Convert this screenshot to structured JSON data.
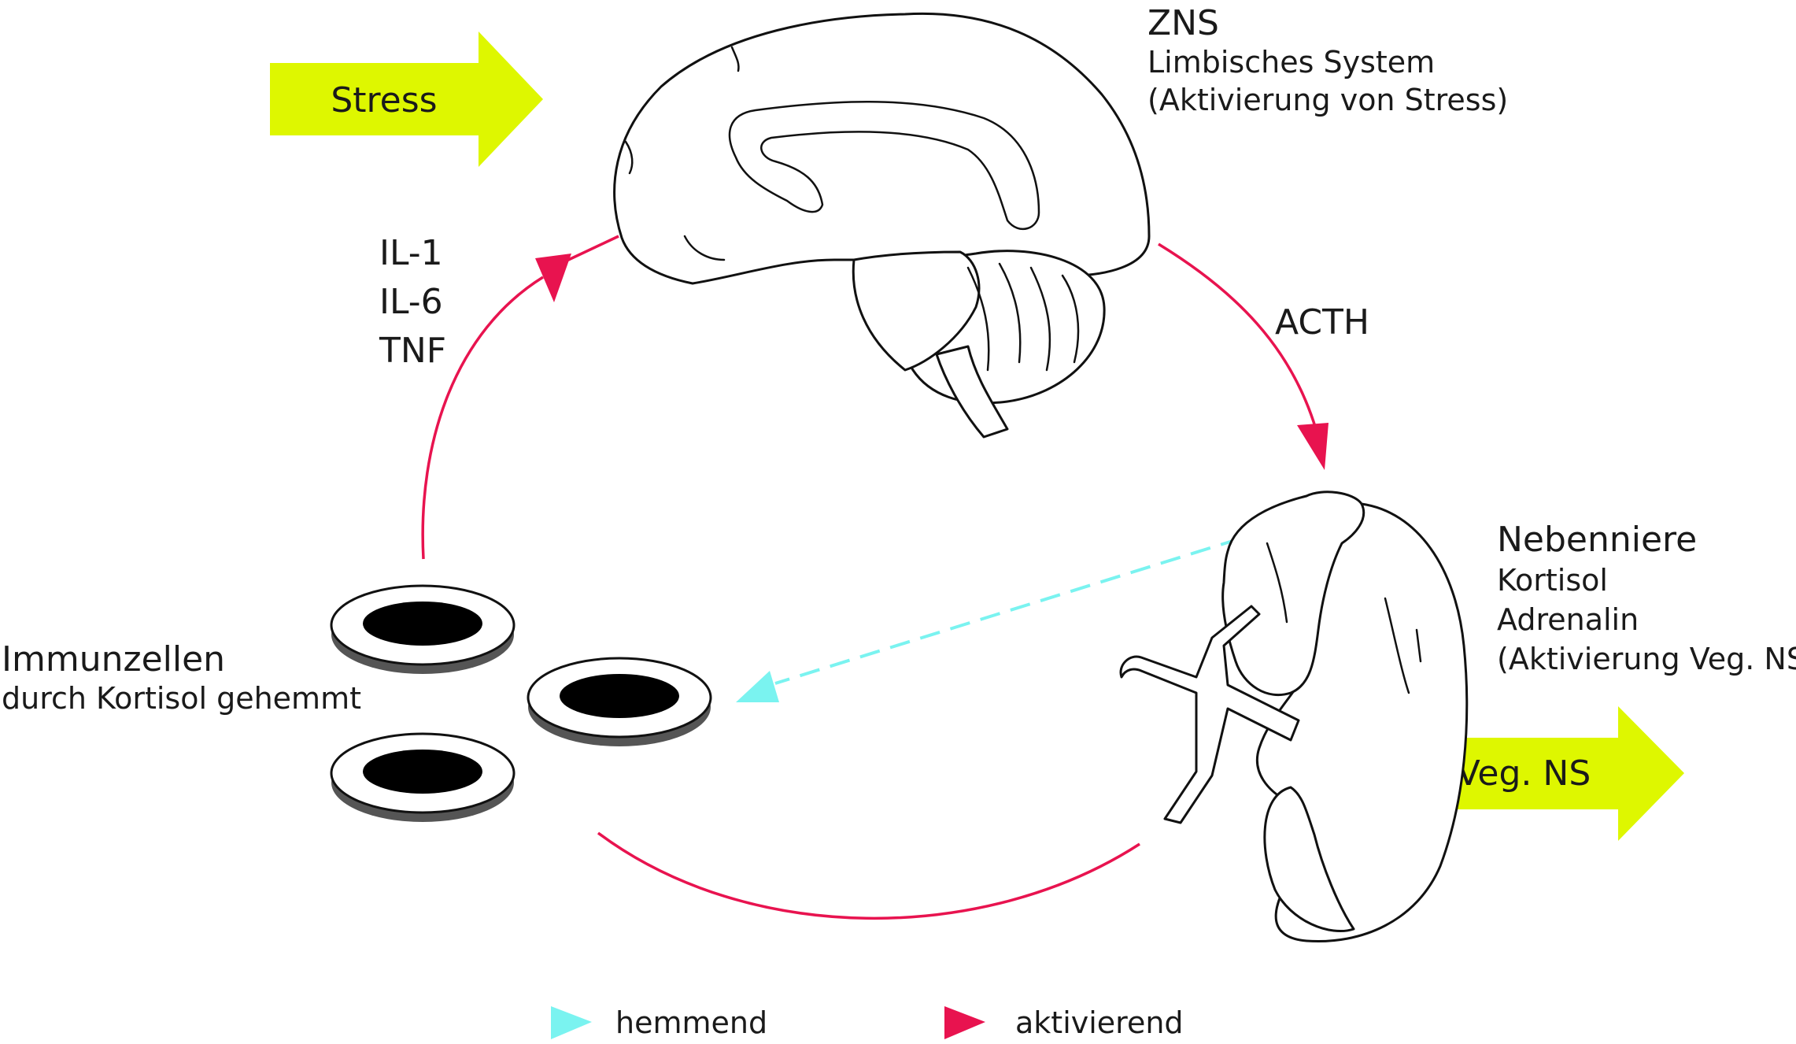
{
  "colors": {
    "activating": "#e8134f",
    "inhibiting": "#7af3f0",
    "highlight_arrow": "#def700",
    "ink": "#111111",
    "cell_shadow": "#555555"
  },
  "stress": {
    "label": "Stress"
  },
  "zns": {
    "title": "ZNS",
    "line1": "Limbisches System",
    "line2": "(Aktivierung von Stress)"
  },
  "acth": {
    "label": "ACTH"
  },
  "cytokines": [
    "IL-1",
    "IL-6",
    "TNF"
  ],
  "nebenniere": {
    "title": "Nebenniere",
    "line1": "Kortisol",
    "line2": "Adrenalin",
    "line3": "(Aktivierung Veg. NS)"
  },
  "veg_ns": {
    "label": "Veg. NS"
  },
  "immunzellen": {
    "title": "Immunzellen",
    "subtitle": "durch Kortisol gehemmt"
  },
  "legend": {
    "inhibiting_label": "hemmend",
    "activating_label": "aktivierend"
  },
  "icons": {
    "brain": "brain-icon",
    "adrenal": "adrenal-kidney-icon",
    "cell": "immune-cell-icon"
  }
}
